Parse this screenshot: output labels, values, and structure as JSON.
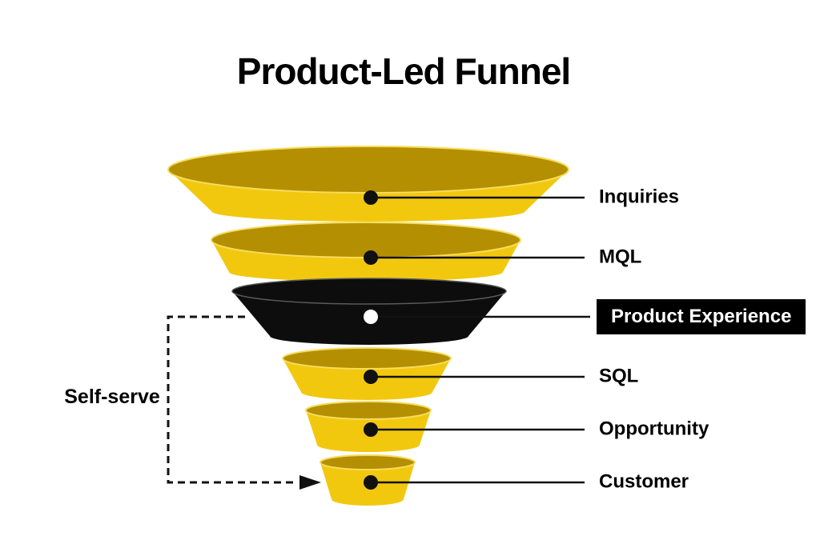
{
  "title": "Product-Led Funnel",
  "stages": [
    {
      "label": "Inquiries",
      "highlighted": false
    },
    {
      "label": "MQL",
      "highlighted": false
    },
    {
      "label": "Product Experience",
      "highlighted": true
    },
    {
      "label": "SQL",
      "highlighted": false
    },
    {
      "label": "Opportunity",
      "highlighted": false
    },
    {
      "label": "Customer",
      "highlighted": false
    }
  ],
  "annotation": {
    "label": "Self-serve"
  },
  "colors": {
    "background": "#FFFFFF",
    "funnel_yellow": "#F2C80F",
    "funnel_inner_gold": "#B58F02",
    "funnel_rim_highlight": "#F6DC5C",
    "highlight_black": "#0D0D0D",
    "leader_black": "#111111",
    "highlight_label_bg": "#000000",
    "highlight_label_text": "#FFFFFF",
    "label_text": "#000000",
    "white_dot": "#FFFFFF"
  }
}
